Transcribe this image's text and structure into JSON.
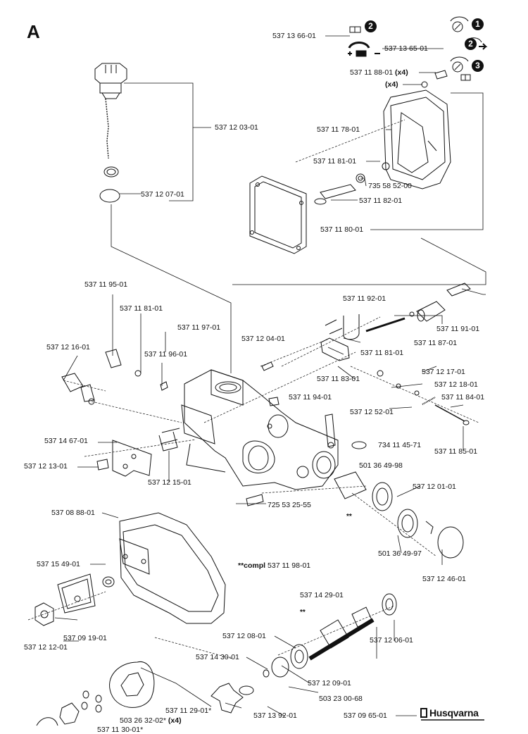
{
  "section_letter": "A",
  "brand": "Husqvarna",
  "compl_note": {
    "prefix": "**compl",
    "number": "537 11 98-01"
  },
  "stars": "**",
  "step_numbers": [
    "1",
    "2",
    "3",
    "2"
  ],
  "parts": [
    {
      "id": "p01",
      "number": "537 13 66-01",
      "qty": ""
    },
    {
      "id": "p02",
      "number": "537 13 65-01",
      "qty": ""
    },
    {
      "id": "p03",
      "number": "537 11 88-01",
      "qty": "(x4)"
    },
    {
      "id": "p04",
      "number": "",
      "qty": "(x4)"
    },
    {
      "id": "p05",
      "number": "537 12 03-01",
      "qty": ""
    },
    {
      "id": "p06",
      "number": "537 11 78-01",
      "qty": ""
    },
    {
      "id": "p07",
      "number": "537 11 81-01",
      "qty": ""
    },
    {
      "id": "p08",
      "number": "735 58 52-00",
      "qty": ""
    },
    {
      "id": "p09",
      "number": "537 12 07-01",
      "qty": ""
    },
    {
      "id": "p10",
      "number": "537 11 82-01",
      "qty": ""
    },
    {
      "id": "p11",
      "number": "537 11 80-01",
      "qty": ""
    },
    {
      "id": "p12",
      "number": "537 11 95-01",
      "qty": ""
    },
    {
      "id": "p13",
      "number": "537 11 92-01",
      "qty": ""
    },
    {
      "id": "p14",
      "number": "537 11 81-01",
      "qty": ""
    },
    {
      "id": "p15",
      "number": "537 11 97-01",
      "qty": ""
    },
    {
      "id": "p16",
      "number": "537 11 91-01",
      "qty": ""
    },
    {
      "id": "p17",
      "number": "537 12 04-01",
      "qty": ""
    },
    {
      "id": "p18",
      "number": "537 11 87-01",
      "qty": ""
    },
    {
      "id": "p19",
      "number": "537 12 16-01",
      "qty": ""
    },
    {
      "id": "p20",
      "number": "537 11 96-01",
      "qty": ""
    },
    {
      "id": "p21",
      "number": "537 11 81-01",
      "qty": ""
    },
    {
      "id": "p22",
      "number": "537 11 83-01",
      "qty": ""
    },
    {
      "id": "p23",
      "number": "537 12 17-01",
      "qty": ""
    },
    {
      "id": "p24",
      "number": "537 12 18-01",
      "qty": ""
    },
    {
      "id": "p25",
      "number": "537 11 94-01",
      "qty": ""
    },
    {
      "id": "p26",
      "number": "537 11 84-01",
      "qty": ""
    },
    {
      "id": "p27",
      "number": "537 12 52-01",
      "qty": ""
    },
    {
      "id": "p28",
      "number": "537 14 67-01",
      "qty": ""
    },
    {
      "id": "p29",
      "number": "734 11 45-71",
      "qty": ""
    },
    {
      "id": "p30",
      "number": "537 11 85-01",
      "qty": ""
    },
    {
      "id": "p31",
      "number": "537 12 13-01",
      "qty": ""
    },
    {
      "id": "p32",
      "number": "501 36 49-98",
      "qty": ""
    },
    {
      "id": "p33",
      "number": "537 12 15-01",
      "qty": ""
    },
    {
      "id": "p34",
      "number": "537 12 01-01",
      "qty": ""
    },
    {
      "id": "p35",
      "number": "725 53 25-55",
      "qty": ""
    },
    {
      "id": "p36",
      "number": "537 08 88-01",
      "qty": ""
    },
    {
      "id": "p37",
      "number": "501 36 49-97",
      "qty": ""
    },
    {
      "id": "p38",
      "number": "537 12 46-01",
      "qty": ""
    },
    {
      "id": "p39",
      "number": "537 15 49-01",
      "qty": ""
    },
    {
      "id": "p40",
      "number": "537 14 29-01",
      "qty": ""
    },
    {
      "id": "p41",
      "number": "537 09 19-01",
      "qty": ""
    },
    {
      "id": "p42",
      "number": "537 12 12-01",
      "qty": ""
    },
    {
      "id": "p43",
      "number": "537 12 08-01",
      "qty": ""
    },
    {
      "id": "p44",
      "number": "537 12 06-01",
      "qty": ""
    },
    {
      "id": "p45",
      "number": "537 14 30-01",
      "qty": ""
    },
    {
      "id": "p46",
      "number": "537 12 09-01",
      "qty": ""
    },
    {
      "id": "p47",
      "number": "503 23 00-68",
      "qty": ""
    },
    {
      "id": "p48",
      "number": "537 11 29-01*",
      "qty": ""
    },
    {
      "id": "p49",
      "number": "503 26 32-02*",
      "qty": "(x4)"
    },
    {
      "id": "p50",
      "number": "537 13 92-01",
      "qty": ""
    },
    {
      "id": "p51",
      "number": "537 09 65-01",
      "qty": ""
    },
    {
      "id": "p52",
      "number": "537 11 30-01*",
      "qty": ""
    }
  ]
}
